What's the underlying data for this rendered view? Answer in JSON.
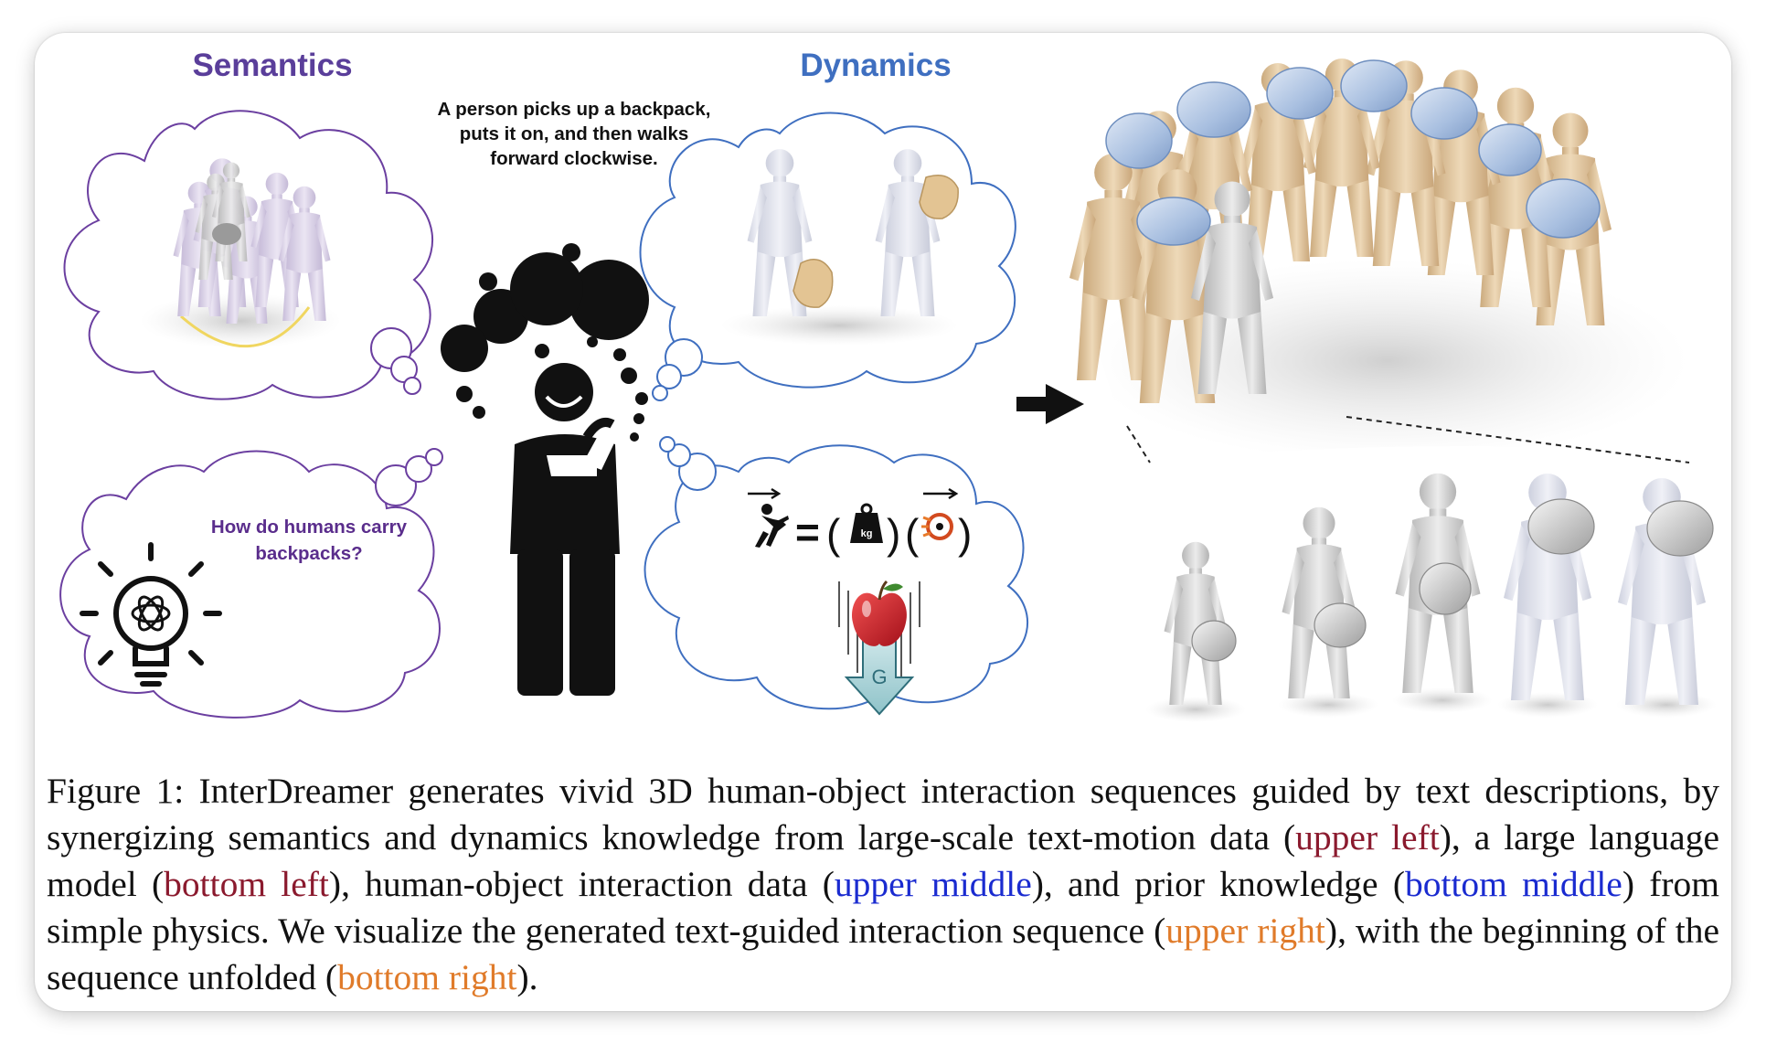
{
  "figure": {
    "panels": {
      "semantics_heading": "Semantics",
      "dynamics_heading": "Dynamics",
      "prompt_text": "A person picks up a backpack, puts it on, and then walks forward clockwise.",
      "llm_question": "How do humans carry backpacks?"
    },
    "physics": {
      "mass_unit": "kg",
      "gravity_symbol": "G"
    },
    "icons": {
      "thinking_person": "thinking-person-icon",
      "lightbulb": "lightbulb-ai-icon",
      "pushing_person": "pushing-person-icon",
      "weight": "weight-icon",
      "acceleration": "acceleration-icon",
      "apple": "apple-icon",
      "arrow": "arrow-right-icon"
    },
    "colors": {
      "semantics": "#5a3e9a",
      "dynamics": "#3f6fc0",
      "human_skin": "#e8d2b0",
      "object_blue": "#b9cce6",
      "gray_render": "#d9d9d9"
    }
  },
  "caption": {
    "label": "Figure 1:",
    "part1": " InterDreamer generates vivid 3D human-object interaction sequences guided by text descriptions, by synergizing semantics and dynamics knowledge from large-scale text-motion data (",
    "hl1": "upper left",
    "part2": "), a large language model (",
    "hl2": "bottom left",
    "part3": "), human-object interaction data (",
    "hl3": "upper middle",
    "part4": "), and prior knowledge (",
    "hl4": "bottom middle",
    "part5": ") from simple physics. We visualize the generated text-guided interaction sequence (",
    "hl5": "upper right",
    "part6": "), with the beginning of the sequence unfolded (",
    "hl6": "bottom right",
    "part7": ")."
  }
}
